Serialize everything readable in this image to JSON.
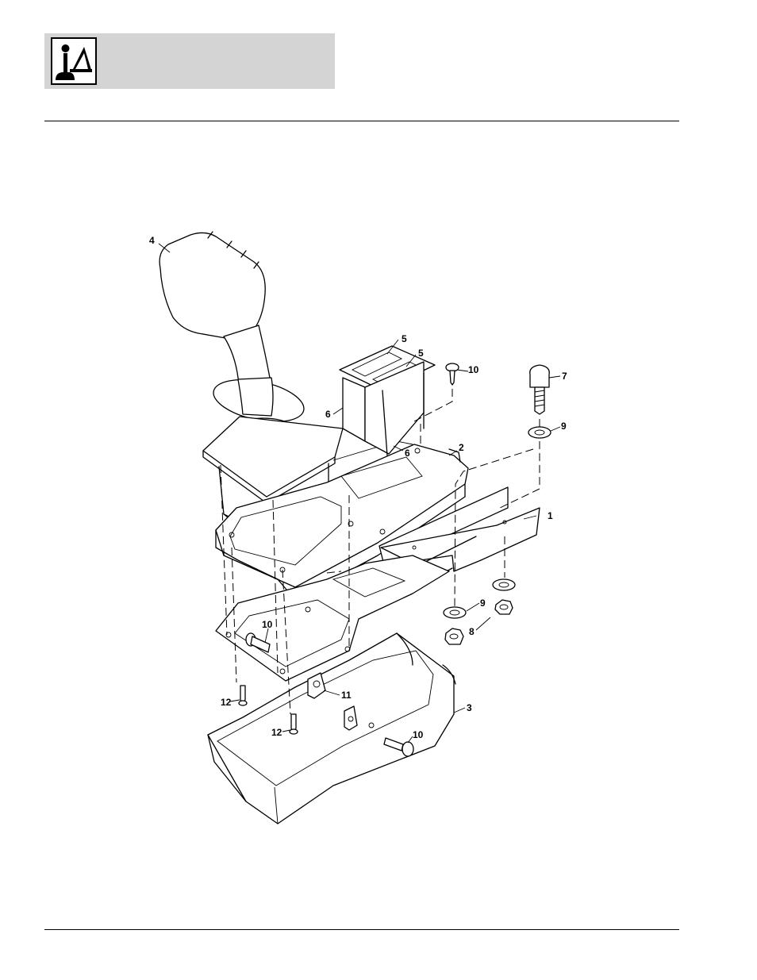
{
  "header": {
    "logo_icon": "joystick-control-icon",
    "band_color": "#d4d4d4"
  },
  "diagram": {
    "callouts": [
      {
        "id": "c4",
        "text": "4"
      },
      {
        "id": "c5a",
        "text": "5"
      },
      {
        "id": "c5b",
        "text": "5"
      },
      {
        "id": "c10a",
        "text": "10"
      },
      {
        "id": "c7",
        "text": "7"
      },
      {
        "id": "c9a",
        "text": "9"
      },
      {
        "id": "c6a",
        "text": "6"
      },
      {
        "id": "c6b",
        "text": "6"
      },
      {
        "id": "c2",
        "text": "2"
      },
      {
        "id": "c1",
        "text": "1"
      },
      {
        "id": "c9b",
        "text": "9"
      },
      {
        "id": "c8",
        "text": "8"
      },
      {
        "id": "c10b",
        "text": "10"
      },
      {
        "id": "c11",
        "text": "11"
      },
      {
        "id": "c3",
        "text": "3"
      },
      {
        "id": "c12a",
        "text": "12"
      },
      {
        "id": "c12b",
        "text": "12"
      },
      {
        "id": "c10c",
        "text": "10"
      }
    ]
  }
}
